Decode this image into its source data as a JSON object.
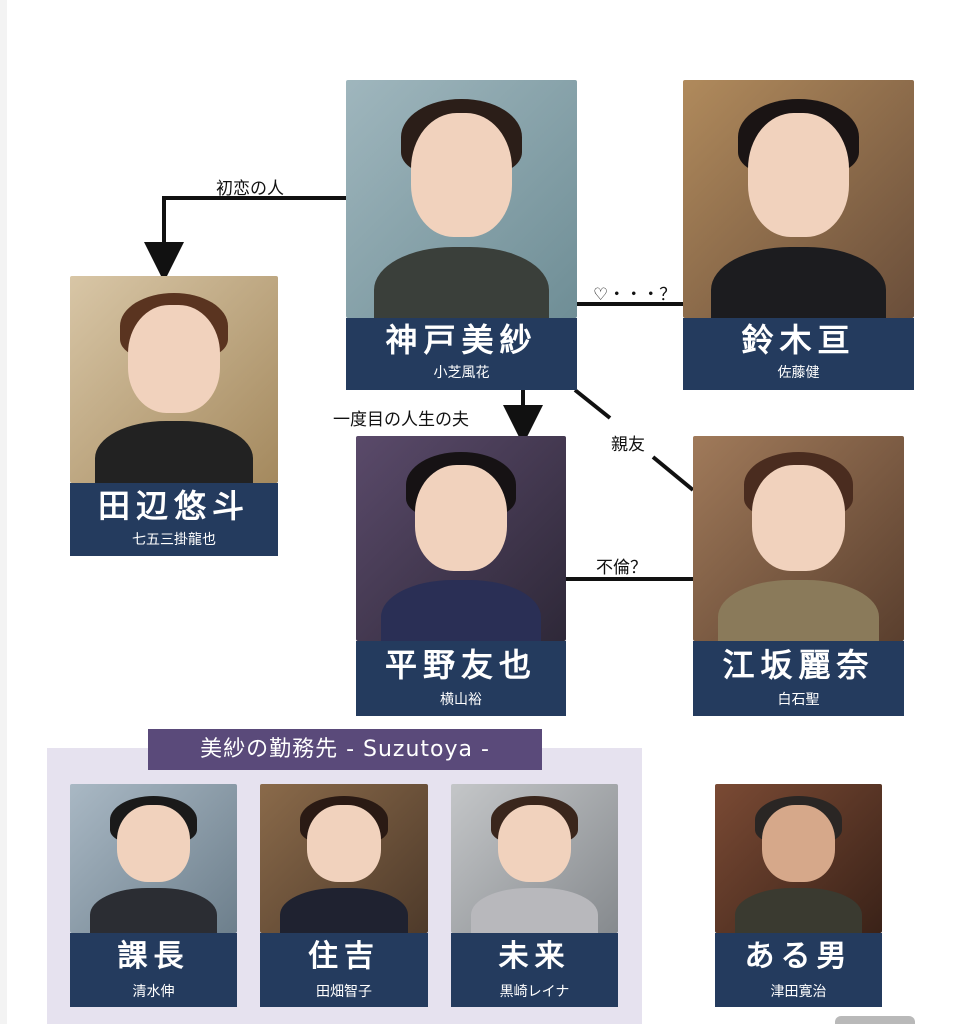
{
  "characters": {
    "kambe": {
      "role": "神戸美紗",
      "actor": "小芝風花"
    },
    "suzuki": {
      "role": "鈴木亘",
      "actor": "佐藤健"
    },
    "tanabe": {
      "role": "田辺悠斗",
      "actor": "七五三掛龍也"
    },
    "hirano": {
      "role": "平野友也",
      "actor": "横山裕"
    },
    "esaka": {
      "role": "江坂麗奈",
      "actor": "白石聖"
    },
    "kacho": {
      "role": "課長",
      "actor": "清水伸"
    },
    "sumiyoshi": {
      "role": "住吉",
      "actor": "田畑智子"
    },
    "mirai": {
      "role": "未来",
      "actor": "黒崎レイナ"
    },
    "aruotoko": {
      "role": "ある男",
      "actor": "津田寛治"
    }
  },
  "relations": {
    "first_love": "初恋の人",
    "heart": "♡・・・？",
    "husband": "一度目の人生の夫",
    "best_friend": "親友",
    "affair": "不倫？"
  },
  "group": {
    "title": "美紗の勤務先 - Suzutoya -"
  },
  "colors": {
    "label_bg": "#243b5e",
    "group_bg": "#e6e2ef",
    "group_title_bg": "#5a4a7a"
  }
}
